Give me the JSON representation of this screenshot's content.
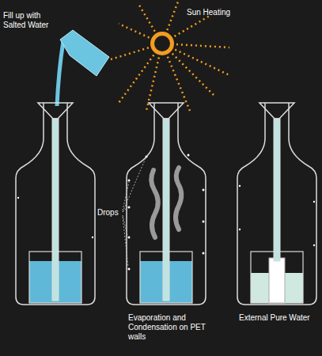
{
  "diagram": {
    "labels": [
      "Fill up with Salted Water",
      "Sun Heating",
      "Drops",
      "Evaporation and Condensation on PET walls",
      "External Pure Water"
    ]
  }
}
